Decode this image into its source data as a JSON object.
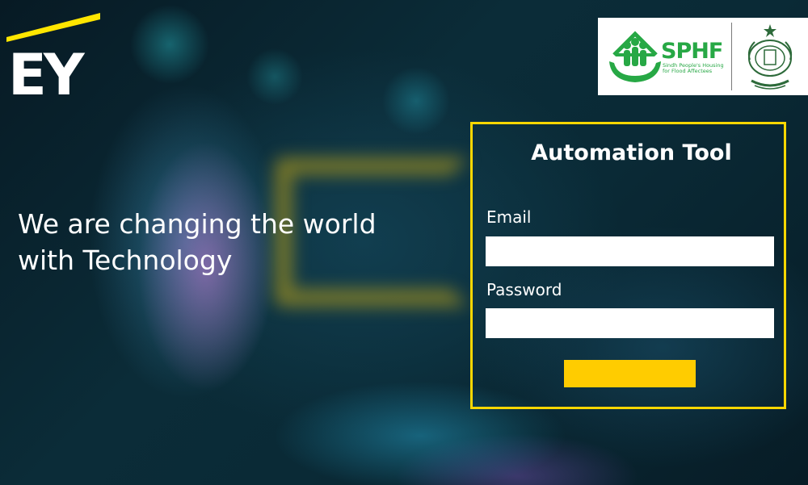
{
  "brand": {
    "logo_text": "EY",
    "accent_color": "#ffe600"
  },
  "hero": {
    "tagline_line1": "We are changing the world",
    "tagline_line2": "with Technology"
  },
  "partners": {
    "sphf_title": "SPHF",
    "sphf_subtitle": "Sindh People's Housing for Flood Affectees",
    "seal_icon": "government-of-sindh-seal-icon"
  },
  "login": {
    "title": "Automation Tool",
    "email_label": "Email",
    "email_value": "",
    "password_label": "Password",
    "password_value": "",
    "submit_label": "",
    "border_color": "#ffd700",
    "button_color": "#ffcc00"
  }
}
